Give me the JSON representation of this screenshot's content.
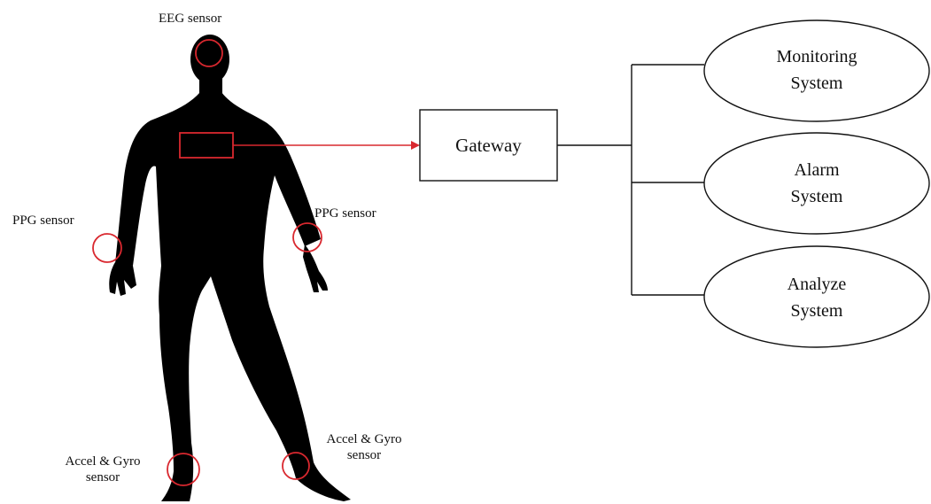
{
  "figure": {
    "colors": {
      "silhouette": "#000000",
      "sensor_marker": "#d9282f",
      "arrow": "#d9282f",
      "lines": "#111111",
      "background": "#ffffff"
    }
  },
  "sensors": {
    "eeg": "EEG sensor",
    "ppg_left": "PPG sensor",
    "ppg_right": "PPG sensor",
    "accel_left_line1": "Accel & Gyro",
    "accel_left_line2": "sensor",
    "accel_right_line1": "Accel & Gyro",
    "accel_right_line2": "sensor"
  },
  "gateway": {
    "label": "Gateway"
  },
  "systems": [
    {
      "line1": "Monitoring",
      "line2": "System"
    },
    {
      "line1": "Alarm",
      "line2": "System"
    },
    {
      "line1": "Analyze",
      "line2": "System"
    }
  ]
}
